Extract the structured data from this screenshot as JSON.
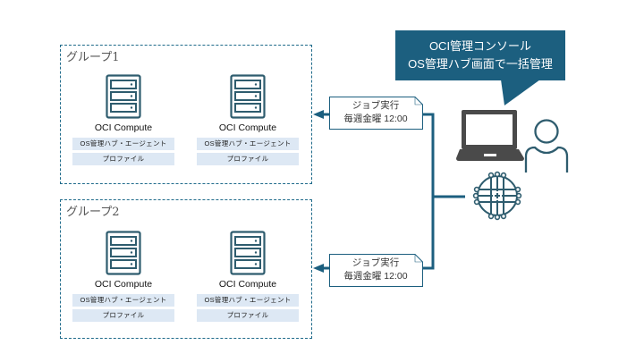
{
  "groups": [
    {
      "title": "グループ1",
      "nodes": [
        {
          "name": "OCI Compute",
          "tags": [
            "OS管理ハブ・エージェント",
            "プロファイル"
          ]
        },
        {
          "name": "OCI Compute",
          "tags": [
            "OS管理ハブ・エージェント",
            "プロファイル"
          ]
        }
      ],
      "job": {
        "line1": "ジョブ実行",
        "line2": "毎週金曜 12:00"
      }
    },
    {
      "title": "グループ2",
      "nodes": [
        {
          "name": "OCI Compute",
          "tags": [
            "OS管理ハブ・エージェント",
            "プロファイル"
          ]
        },
        {
          "name": "OCI Compute",
          "tags": [
            "OS管理ハブ・エージェント",
            "プロファイル"
          ]
        }
      ],
      "job": {
        "line1": "ジョブ実行",
        "line2": "毎週金曜 12:00"
      }
    }
  ],
  "callout": {
    "line1": "OCI管理コンソール",
    "line2": "OS管理ハブ画面で一括管理"
  },
  "icons": {
    "server": "server-rack-icon",
    "laptop": "laptop-icon",
    "user": "user-icon",
    "network": "network-globe-icon"
  },
  "colors": {
    "accent": "#1c5f7f",
    "dashed_border": "#1e6a8a",
    "tag_bg": "#dde8f4",
    "laptop": "#4a4a4a",
    "icon_stroke": "#2e5c6e"
  }
}
